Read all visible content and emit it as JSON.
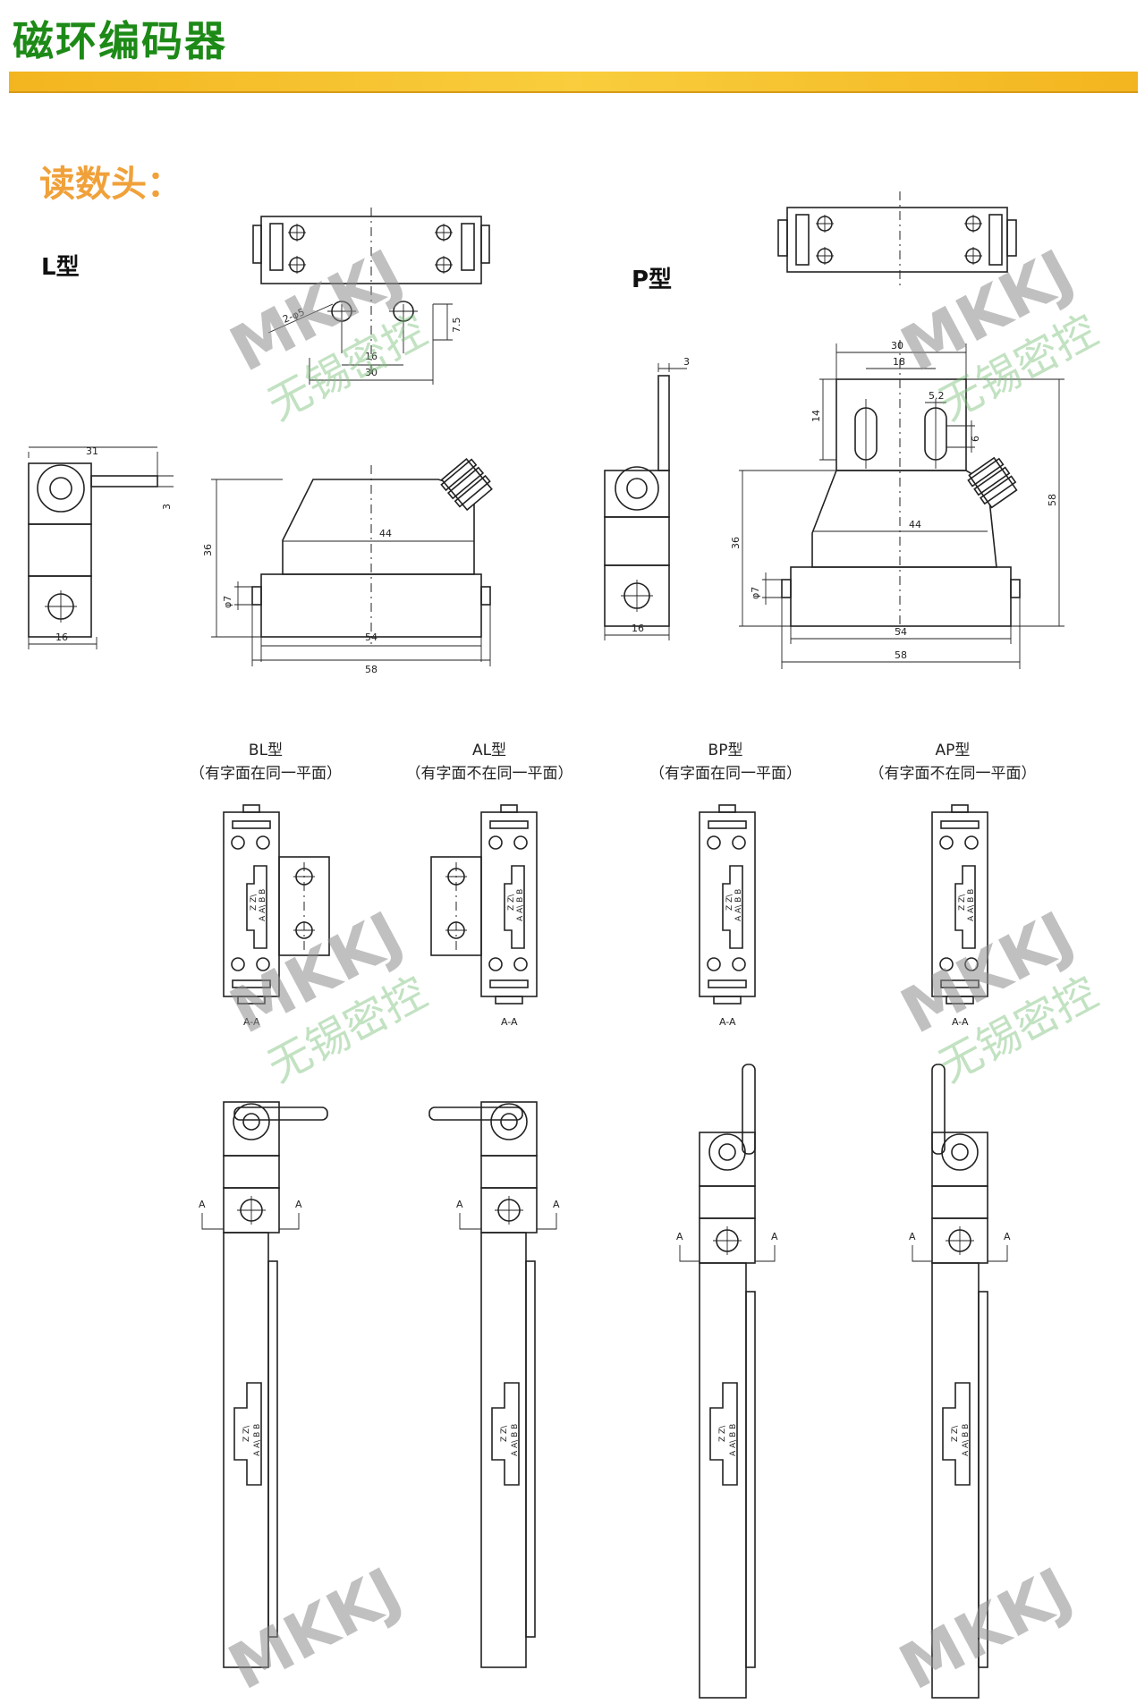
{
  "header": {
    "title": "磁环编码器",
    "accent_color": "#1d8a17",
    "bar_color": "#f6c12f"
  },
  "section": {
    "title": "读数头：",
    "color": "#f0a13a"
  },
  "l_type": {
    "label": "L型",
    "dims": [
      "2-φ5",
      "16",
      "30",
      "7.5",
      "31",
      "3",
      "16",
      "36",
      "φ7",
      "44",
      "54",
      "58"
    ]
  },
  "p_type": {
    "label": "P型",
    "dims": [
      "3",
      "14",
      "16",
      "30",
      "18",
      "5.2",
      "6",
      "58",
      "36",
      "φ7",
      "44",
      "54",
      "58"
    ]
  },
  "variants": [
    {
      "name": "BL型",
      "note": "（有字面在同一平面）"
    },
    {
      "name": "AL型",
      "note": "（有字面不在同一平面）"
    },
    {
      "name": "BP型",
      "note": "（有字面在同一平面）"
    },
    {
      "name": "AP型",
      "note": "（有字面不在同一平面）"
    }
  ],
  "section_mark": "A-A",
  "arrow_mark": "A",
  "pin_labels": {
    "top": "Z Z\\",
    "bottom": "A A\\ B B"
  },
  "watermark": {
    "logo": "MKKJ",
    "text": "无锡密控"
  }
}
